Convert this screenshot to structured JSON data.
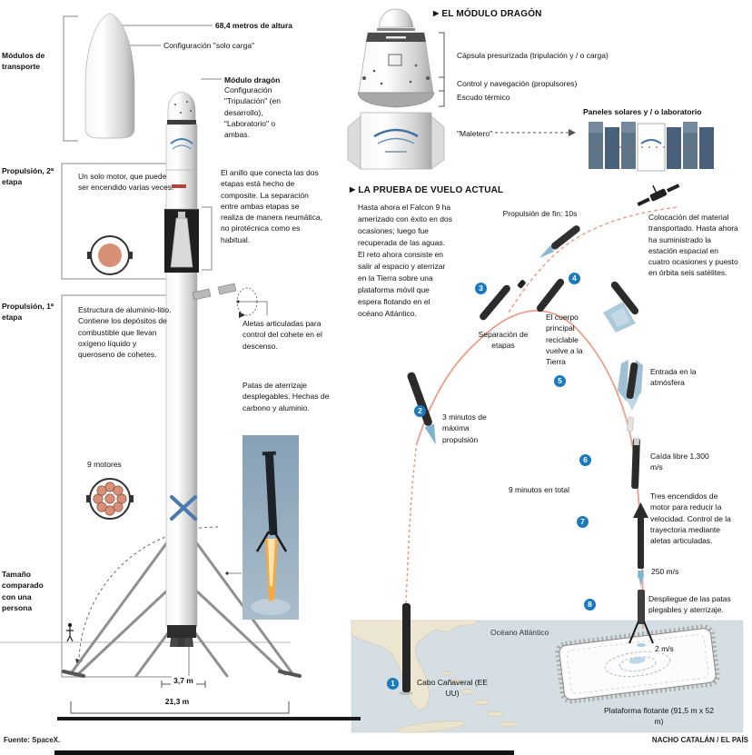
{
  "colors": {
    "accent_blue": "#1b79bd",
    "trajectory_salmon": "#e8a08a",
    "engine_salmon": "#d98f76",
    "water": "#d5dee2",
    "land": "#ece5d1",
    "photo_blue": "#8aa3b8"
  },
  "icons": {
    "section_arrow": "▶"
  },
  "footer": {
    "source": "Fuente: SpaceX.",
    "credit": "NACHO CATALÁN / EL PAÍS"
  },
  "left_panel": {
    "height_label": "68,4 metros de altura",
    "config_cargo": "Configuración \"solo carga\"",
    "transport_label": "Módulos de transporte",
    "dragon_title": "Módulo dragón",
    "dragon_text": "Configuración \"Tripulación\" (en desarrollo), \"Laboratorio\" o ambas.",
    "stage2_label": "Propulsión, 2ª etapa",
    "stage2_text": "Un solo motor, que puede ser encendido varias veces.",
    "ring_text": "El anillo que conecta las dos etapas está hecho de composite. La separación entre ambas etapas se realiza de manera neumática, no pirotécnica como es habitual.",
    "stage1_label": "Propulsión, 1ª etapa",
    "stage1_text": "Estructura de aluminio-litio. Contiene los depósitos de combustible que llevan oxígeno líquido y queroseno de cohetes.",
    "engines_label": "9 motores",
    "fins_text": "Aletas articuladas para control del cohete en el descenso.",
    "legs_text": "Patas de aterrizaje desplegables. Hechas de carbono y aluminio.",
    "person_text": "Tamaño comparado con una persona",
    "diameter_label": "3,7 m",
    "span_label": "21,3 m"
  },
  "dragon_panel": {
    "title": "EL MÓDULO DRAGÓN",
    "capsule_label": "Cápsula presurizada (tripulación y / o carga)",
    "control_label": "Control y navegación (propulsores)",
    "shield_label": "Escudo térmico",
    "trunk_label": "\"Maletero\"",
    "panels_label": "Paneles solares y / o laboratorio"
  },
  "flight_panel": {
    "title": "LA PRUEBA DE VUELO ACTUAL",
    "intro": "Hasta ahora el Falcon 9 ha amerizado con éxito en dos ocasiones; luego fue recuperada de las aguas. El reto ahora consiste en salir al espacio y aterrizar en la Tierra sobre una plataforma móvil que espera flotando en el océano Atlántico.",
    "steps": [
      {
        "num": "1",
        "text": "Cabo Cañaveral (EE UU)"
      },
      {
        "num": "2",
        "text": "3 minutos de máxima propulsión"
      },
      {
        "num": "3",
        "text": "Separación de etapas"
      },
      {
        "num": "4",
        "text": "El cuerpo principal reciclable vuelve a la Tierra"
      },
      {
        "num": "5",
        "text": "Entrada en la atmósfera"
      },
      {
        "num": "6",
        "text": "Caída libre 1.300 m/s"
      },
      {
        "num": "7",
        "text": "Tres encendidos de motor para reducir la velocidad. Control de la trayectoria mediante aletas articuladas."
      },
      {
        "num": "8",
        "text": "Despliegue de las patas plegables y aterrizaje."
      }
    ],
    "burn_label": "Propulsión de fin: 10s",
    "payload_text": "Colocación del material transportado. Hasta ahora ha suministrado la estación espacial en cuatro ocasiones y puesto en órbita seis satélites.",
    "total_label": "9 minutos en total",
    "speed_descent": "250 m/s",
    "speed_landing": "2 m/s",
    "ocean_label": "Océano Atlántico",
    "platform_label": "Plataforma flotante (91,5 m x 52 m)"
  }
}
